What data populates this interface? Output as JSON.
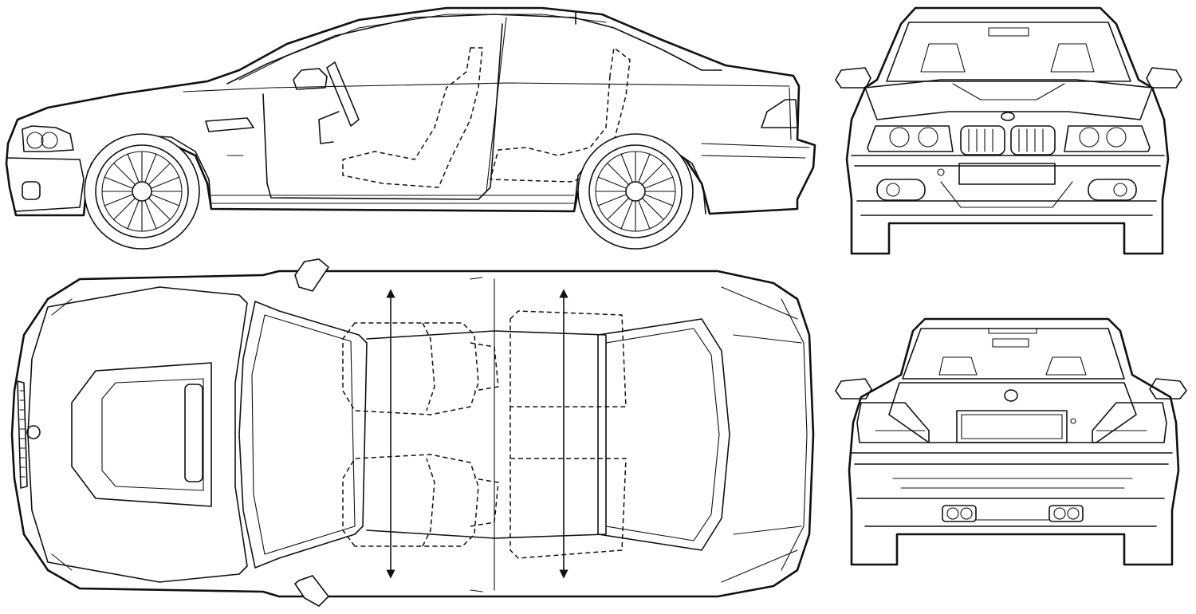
{
  "figure": {
    "views": [
      "side",
      "front",
      "top",
      "rear"
    ],
    "colors": {
      "line": "#111111",
      "background": "#ffffff"
    }
  }
}
